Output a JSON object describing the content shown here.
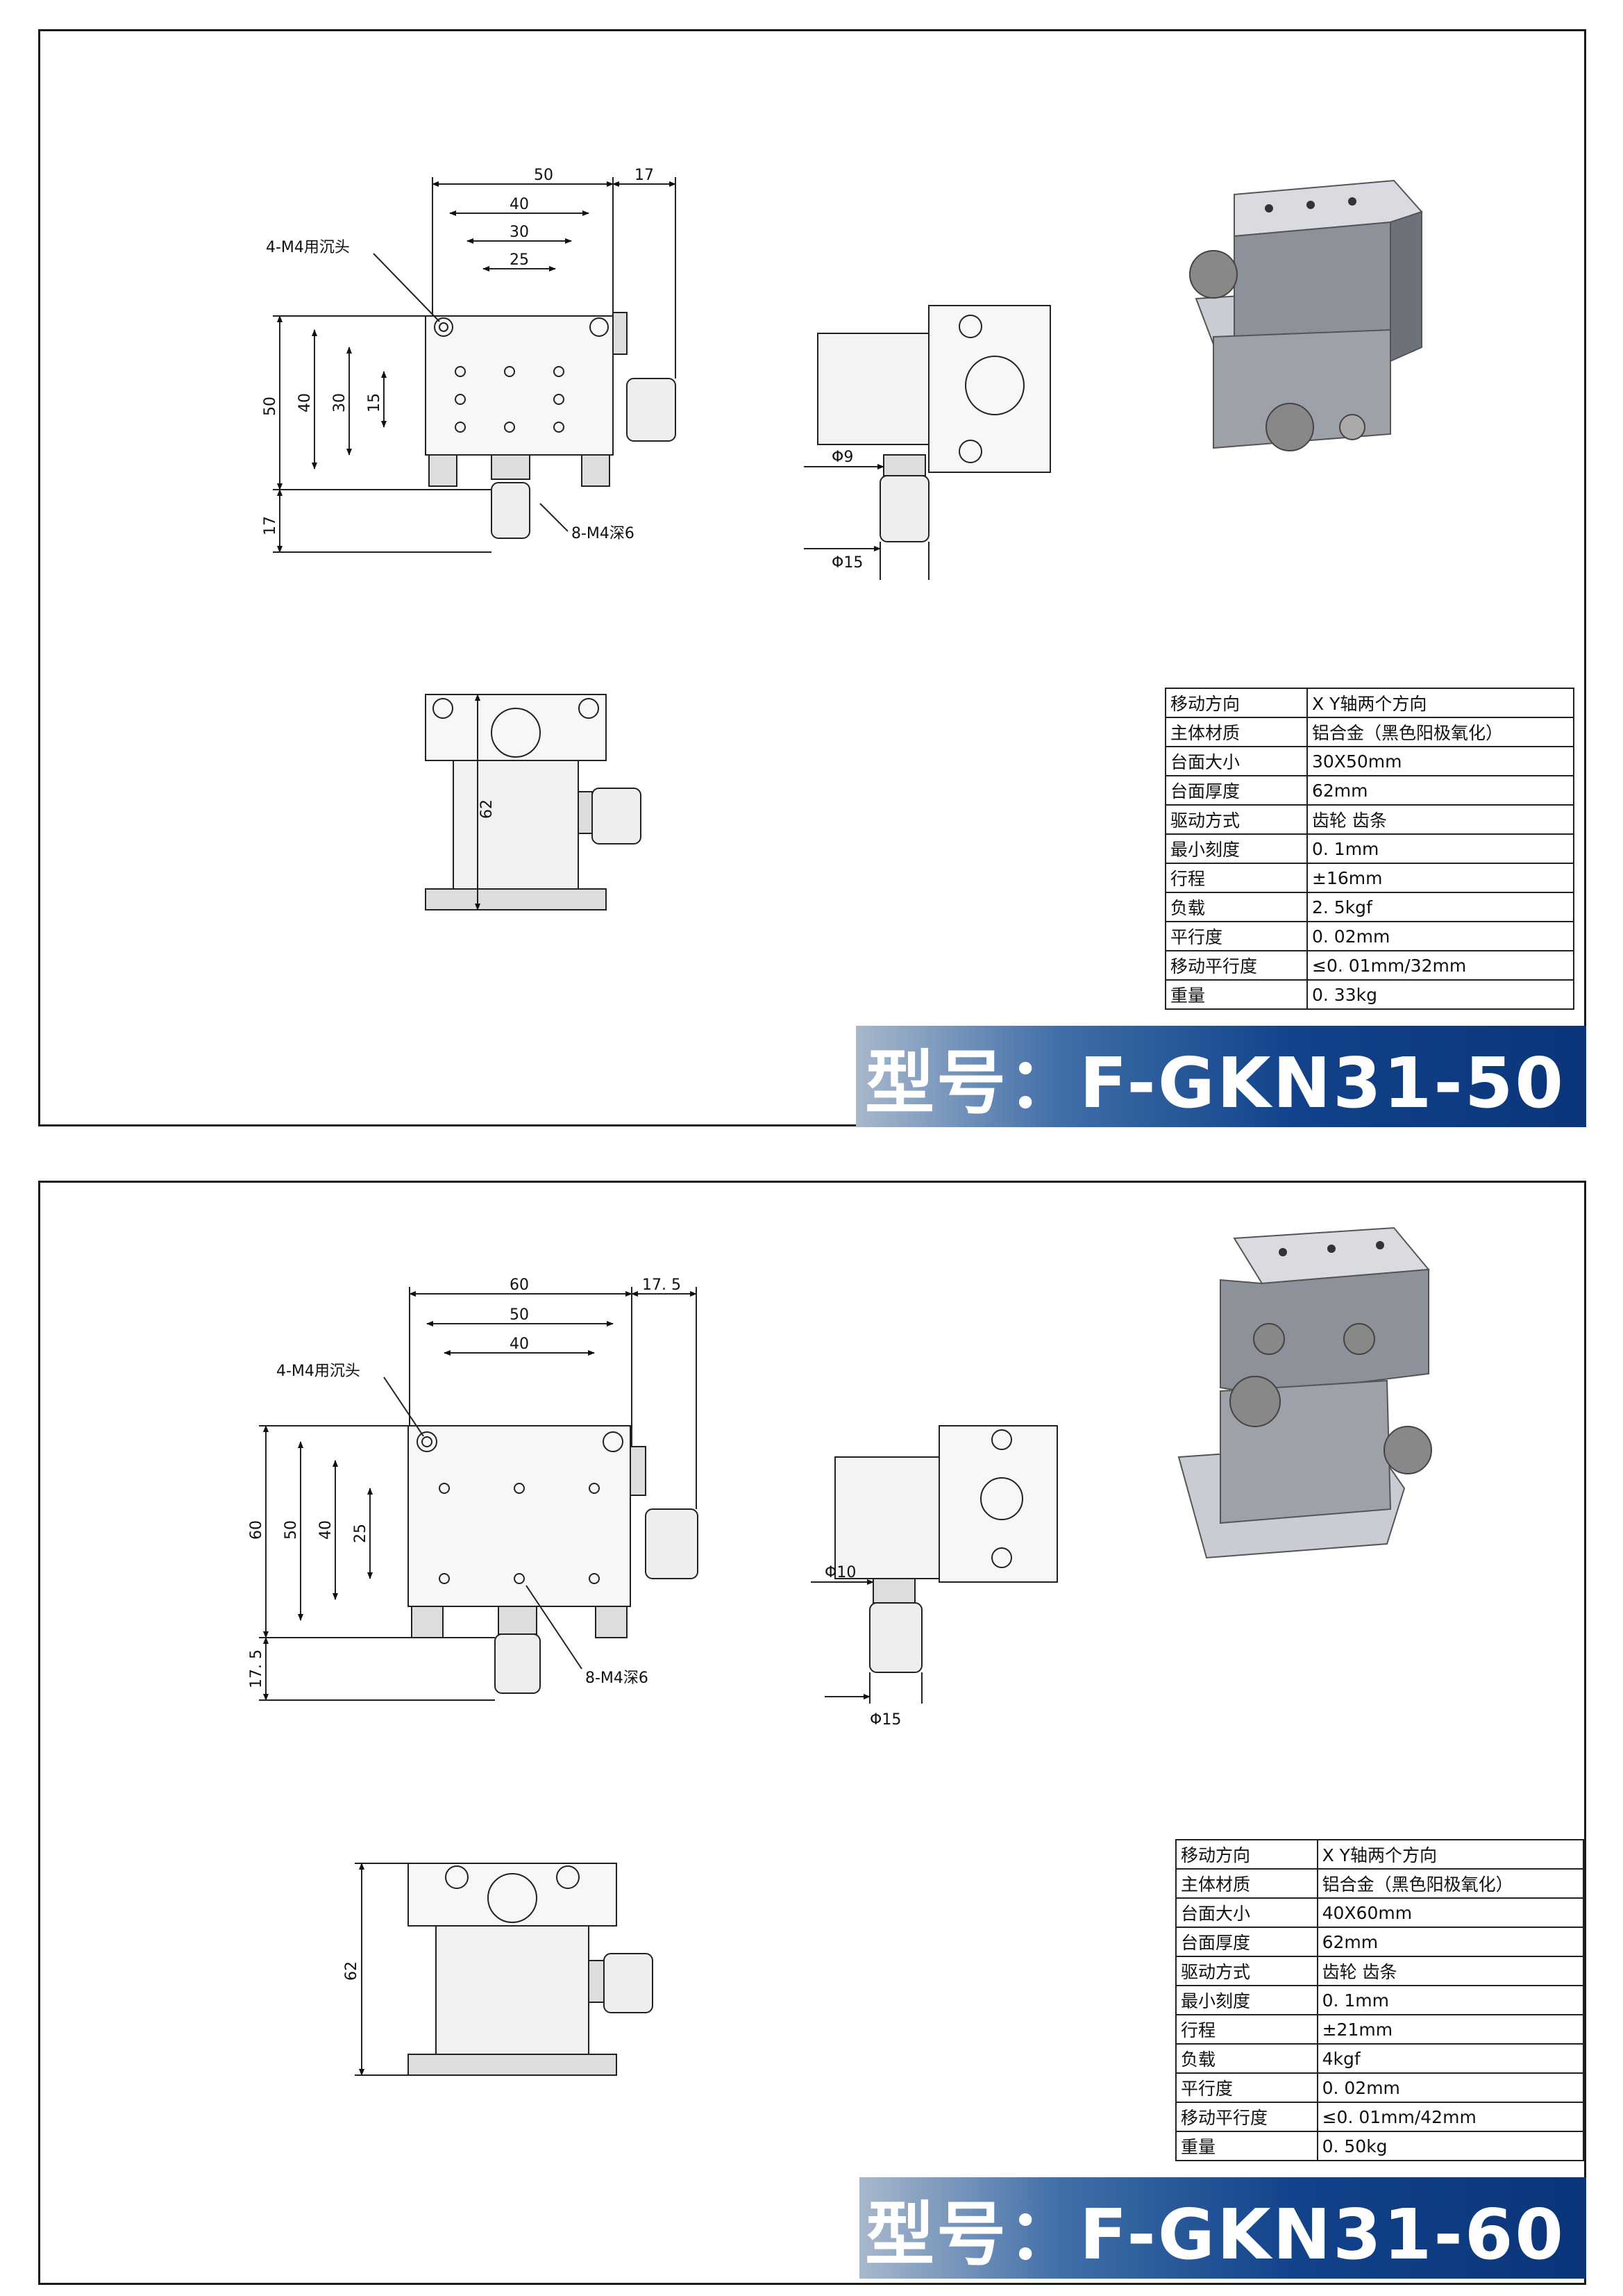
{
  "sheets": [
    {
      "model": "型号：F-GKN31-50",
      "callouts": {
        "counterbore": "4-M4用沉头",
        "tapped": "8-M4深6"
      },
      "top_dims": {
        "h1": "50",
        "h2": "40",
        "h3": "30",
        "h4": "25",
        "side": "17",
        "v1": "50",
        "v2": "40",
        "v3": "30",
        "v4": "15",
        "knob": "17"
      },
      "side_dims": {
        "knob_dia": "Φ9",
        "shaft_dia": "Φ15"
      },
      "front_dims": {
        "height": "62"
      },
      "specs": [
        {
          "k": "移动方向",
          "v": "X Y轴两个方向"
        },
        {
          "k": "主体材质",
          "v": "铝合金（黑色阳极氧化）"
        },
        {
          "k": "台面大小",
          "v": "30X50mm"
        },
        {
          "k": "台面厚度",
          "v": "62mm"
        },
        {
          "k": "驱动方式",
          "v": "齿轮 齿条"
        },
        {
          "k": "最小刻度",
          "v": "0. 1mm"
        },
        {
          "k": "行程",
          "v": "±16mm"
        },
        {
          "k": "负载",
          "v": "2. 5kgf"
        },
        {
          "k": "平行度",
          "v": "0. 02mm"
        },
        {
          "k": "移动平行度",
          "v": "≤0. 01mm/32mm"
        },
        {
          "k": "重量",
          "v": "0. 33kg"
        }
      ]
    },
    {
      "model": "型号：F-GKN31-60",
      "callouts": {
        "counterbore": "4-M4用沉头",
        "tapped": "8-M4深6"
      },
      "top_dims": {
        "h1": "60",
        "h2": "50",
        "h3": "40",
        "side": "17. 5",
        "v1": "60",
        "v2": "50",
        "v3": "40",
        "v4": "25",
        "knob": "17. 5"
      },
      "side_dims": {
        "knob_dia": "Φ10",
        "shaft_dia": "Φ15"
      },
      "front_dims": {
        "height": "62"
      },
      "specs": [
        {
          "k": "移动方向",
          "v": "X Y轴两个方向"
        },
        {
          "k": "主体材质",
          "v": "铝合金（黑色阳极氧化）"
        },
        {
          "k": "台面大小",
          "v": "40X60mm"
        },
        {
          "k": "台面厚度",
          "v": "62mm"
        },
        {
          "k": "驱动方式",
          "v": "齿轮 齿条"
        },
        {
          "k": "最小刻度",
          "v": "0. 1mm"
        },
        {
          "k": "行程",
          "v": "±21mm"
        },
        {
          "k": "负载",
          "v": "4kgf"
        },
        {
          "k": "平行度",
          "v": "0. 02mm"
        },
        {
          "k": "移动平行度",
          "v": "≤0. 01mm/42mm"
        },
        {
          "k": "重量",
          "v": "0. 50kg"
        }
      ]
    }
  ]
}
